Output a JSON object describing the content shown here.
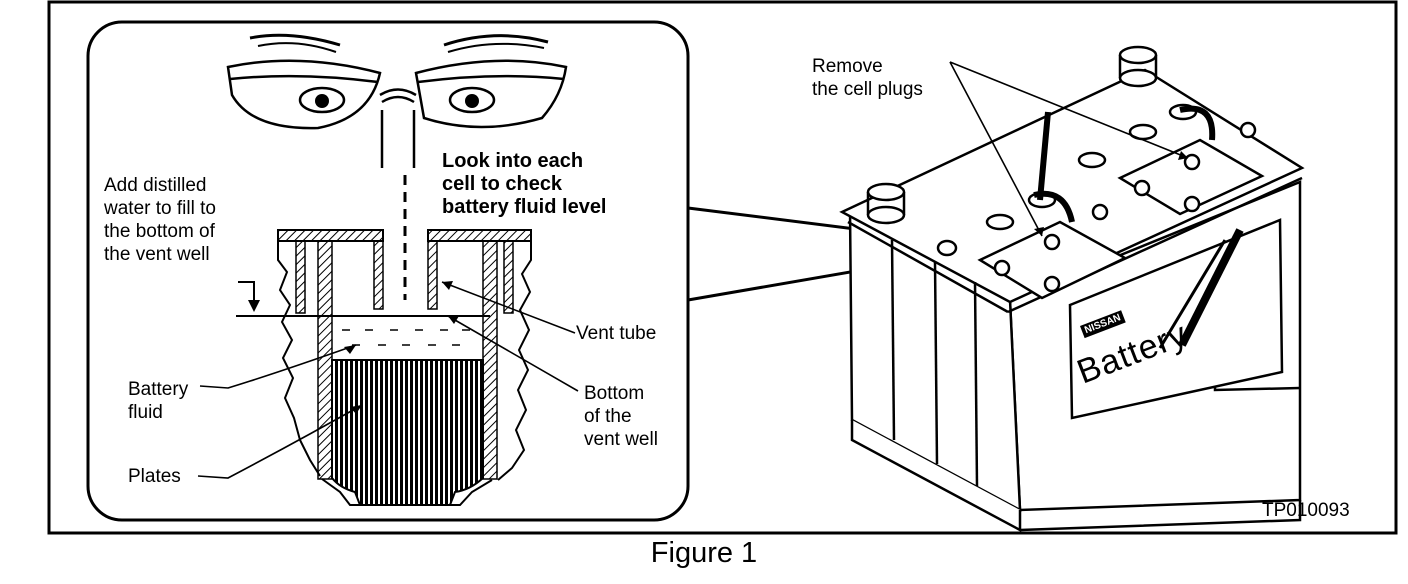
{
  "labels": {
    "look_into": "Look into each\ncell to check\nbattery fluid level",
    "add_water": "Add distilled\nwater to fill to\nthe bottom of\nthe vent well",
    "vent_tube": "Vent tube",
    "battery_fluid": "Battery\nfluid",
    "bottom_vent_well": "Bottom\nof the\nvent well",
    "plates": "Plates",
    "remove_plugs": "Remove\nthe cell plugs"
  },
  "battery_markings": {
    "brand": "NISSAN",
    "word": "Battery"
  },
  "figure_code": "TP010093",
  "caption": "Figure 1"
}
